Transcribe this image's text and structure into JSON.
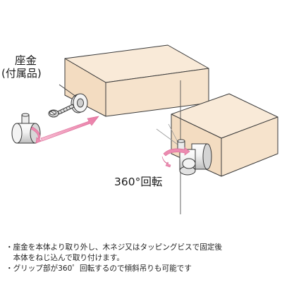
{
  "labels": {
    "washer_title": "座金",
    "washer_sub": "(付属品)",
    "rotation": "360°回転"
  },
  "notes": [
    "・座金を本体より取り外し、木ネジ又はタッピングビスで固定後",
    "　本体をねじ込んで取り付けます。",
    "・グリップ部が360゜回転するので傾斜吊りも可能です"
  ],
  "colors": {
    "wood": "#f7e5d0",
    "outline": "#3a3a3a",
    "metal": "#eaeaea",
    "arrow": "#ec8bb0"
  }
}
